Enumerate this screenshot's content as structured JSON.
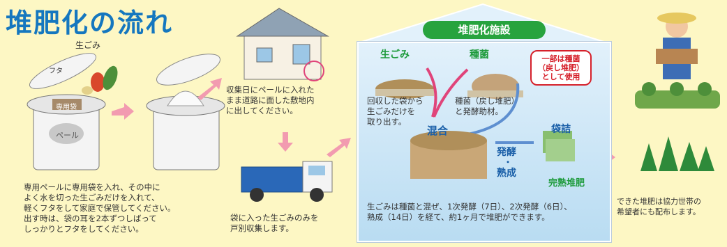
{
  "title": "堆肥化の流れ",
  "steps": {
    "kitchen_waste_label": "生ごみ",
    "lid_label": "フタ",
    "bag_label": "専用袋",
    "pail_label": "ペール",
    "home_storage_text": "専用ペールに専用袋を入れ、その中に\nよく水を切った生ごみだけを入れて、\n軽くフタをして家庭で保管してください。\n出す時は、袋の耳を2本ずつしばって\nしっかりとフタをしてください。",
    "collection_day_text": "収集日にペールに入れた\nまま道路に面した敷地内\nに出してください。",
    "door_collection_text": "袋に入った生ごみのみを\n戸別収集します。"
  },
  "facility": {
    "title": "堆肥化施設",
    "waste_label": "生ごみ",
    "seed_label": "種菌",
    "seed_callout": "一部は種菌\n（戻し堆肥）\nとして使用",
    "waste_text": "回収した袋から\n生ごみだけを\n取り出す。",
    "seed_text": "種菌（戻し堆肥）\nと発酵助材。",
    "mix_label": "混合",
    "bagging_label": "袋詰",
    "ferment_label": "発酵",
    "dot": "・",
    "mature_label": "熟成",
    "finished_label": "完熟堆肥",
    "process_text": "生ごみは種菌と混ぜ、1次発酵（7日）、2次発酵（6日）、\n熟成（14日）を経て、約1ヶ月で堆肥ができます。"
  },
  "distribution_text": "できた堆肥は協力世帯の\n希望者にも配布します。",
  "colors": {
    "title": "#1577bf",
    "arrow": "#f29bb0",
    "facility_green": "#27a33e",
    "label_green": "#1c9a3a",
    "label_blue": "#1a5fa8",
    "callout_red": "#d6202a"
  }
}
